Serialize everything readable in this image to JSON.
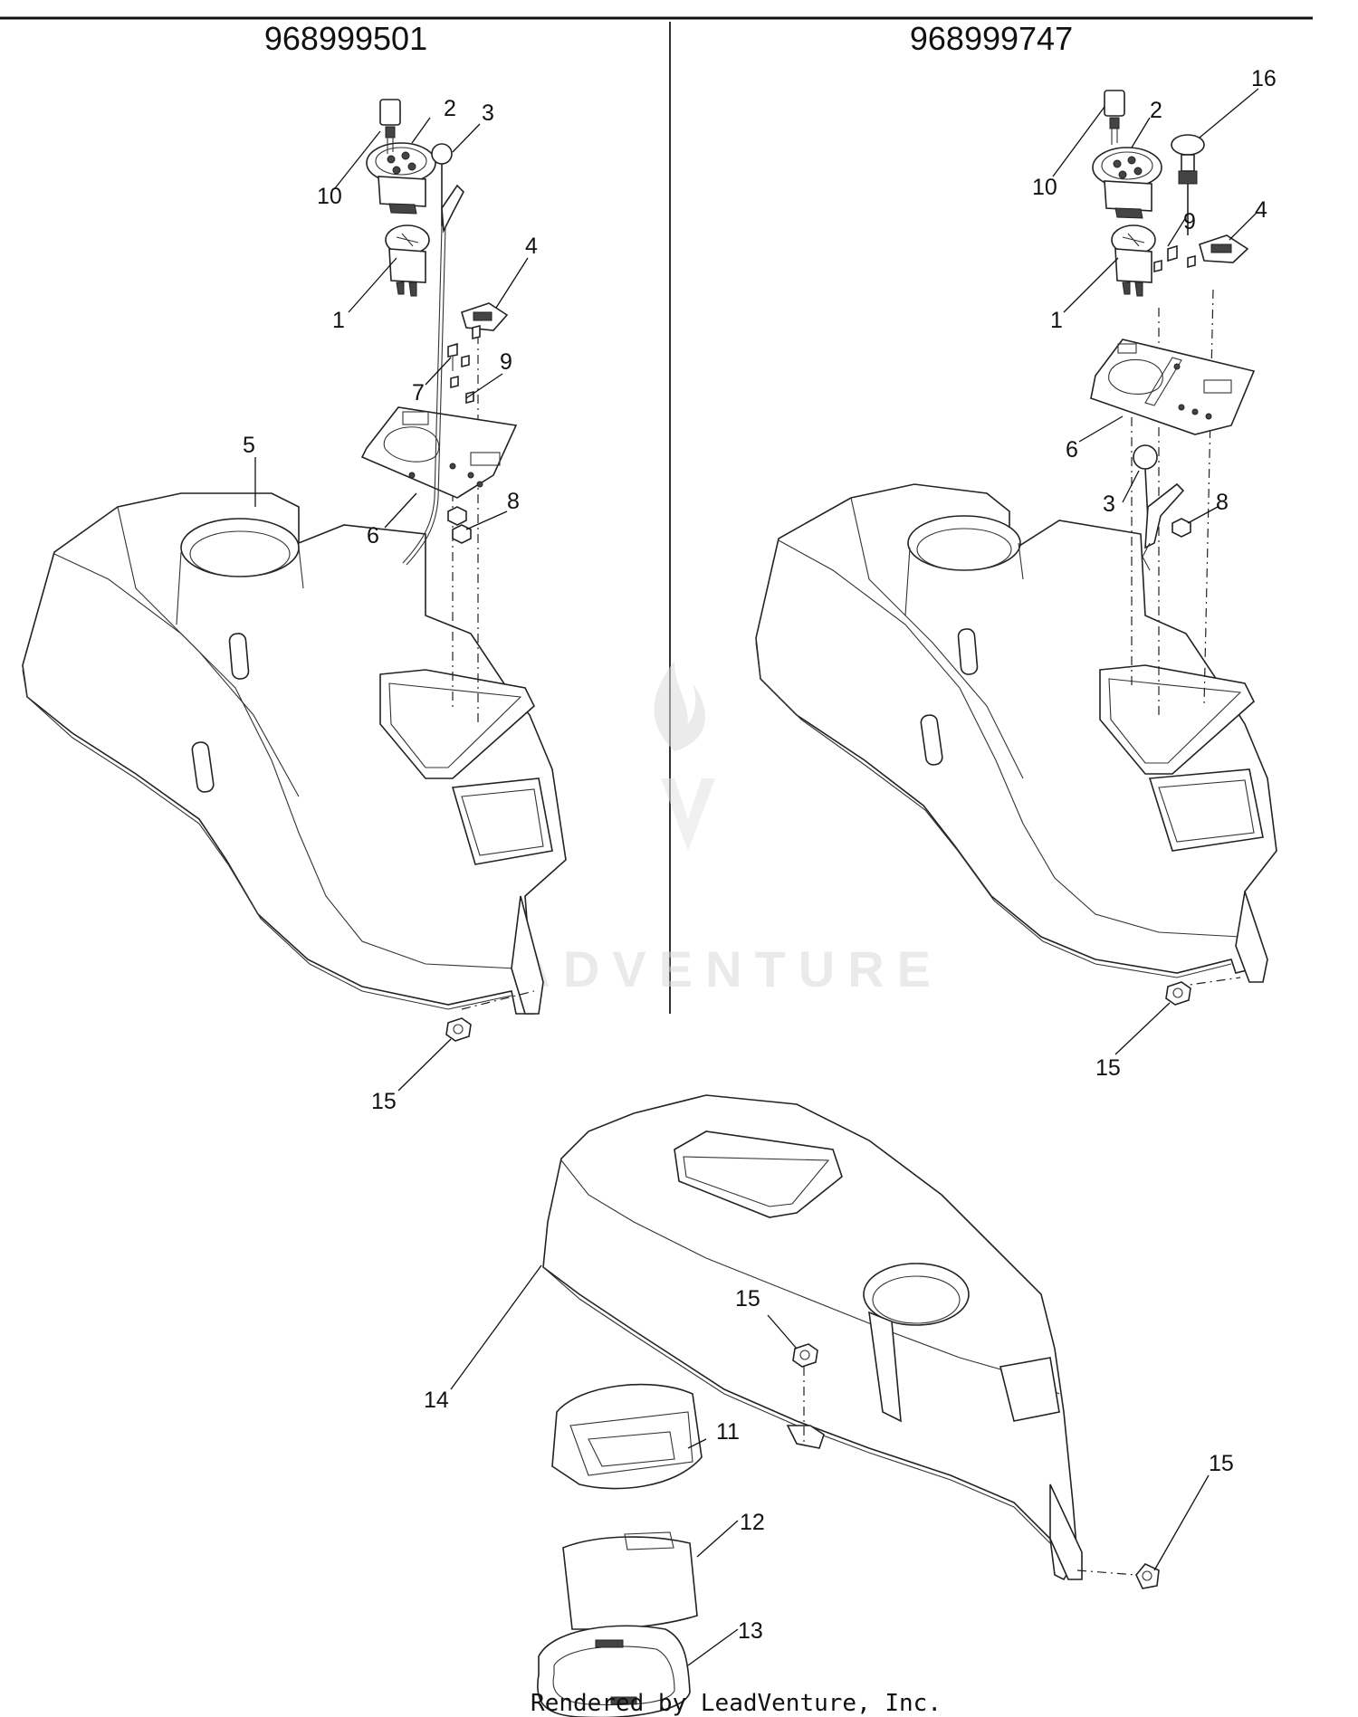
{
  "header": {
    "left_model": "968999501",
    "right_model": "968999747"
  },
  "callouts": {
    "left": {
      "c10": "10",
      "c2": "2",
      "c3": "3",
      "c1": "1",
      "c4": "4",
      "c7": "7",
      "c9": "9",
      "c5": "5",
      "c6": "6",
      "c8": "8",
      "c15": "15"
    },
    "right": {
      "c16": "16",
      "c2": "2",
      "c10": "10",
      "c9": "9",
      "c4": "4",
      "c1": "1",
      "c6": "6",
      "c3": "3",
      "c8": "8",
      "c15": "15"
    },
    "bottom": {
      "c15a": "15",
      "c14": "14",
      "c11": "11",
      "c12": "12",
      "c13": "13",
      "c15b": "15"
    }
  },
  "footer": {
    "rendered_by": "Rendered by LeadVenture, Inc."
  },
  "watermark": {
    "brand": "LEADVENTURE"
  }
}
